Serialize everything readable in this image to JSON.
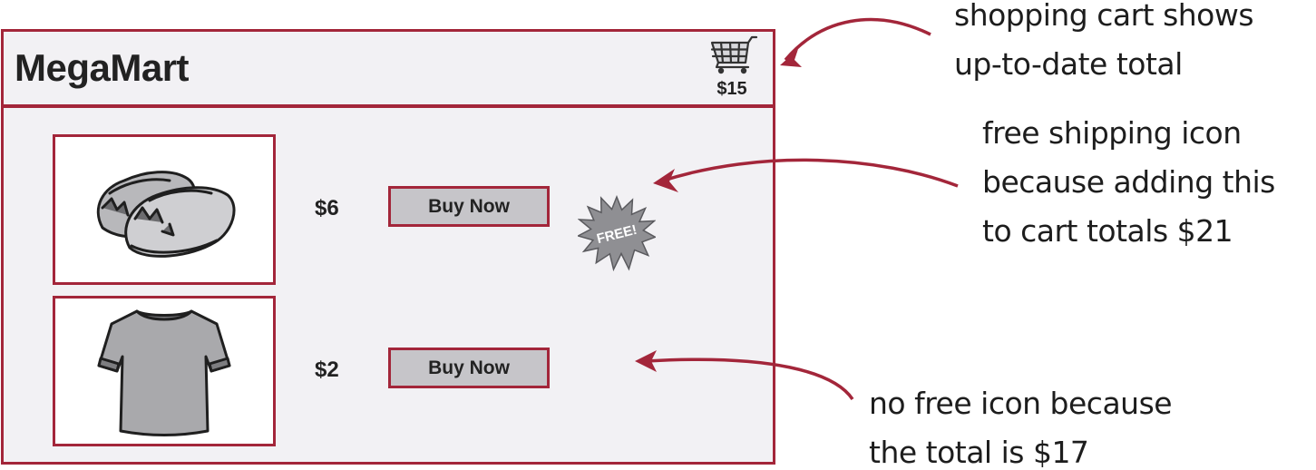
{
  "store": {
    "name": "MegaMart"
  },
  "cart": {
    "icon": "shopping-cart-icon",
    "total": "$15"
  },
  "products": [
    {
      "image": "shoes-icon",
      "price": "$6",
      "button_label": "Buy Now",
      "badge": "FREE!"
    },
    {
      "image": "tshirt-icon",
      "price": "$2",
      "button_label": "Buy Now"
    }
  ],
  "annotations": {
    "cart": {
      "lines": [
        "shopping cart shows",
        "up-to-date total"
      ]
    },
    "free_icon": {
      "lines": [
        "free shipping icon",
        "because adding this",
        "to cart totals $21"
      ]
    },
    "no_free_icon": {
      "lines": [
        "no free icon because",
        "the total is $17"
      ]
    }
  },
  "colors": {
    "accent": "#a3263a",
    "panel": "#f2f1f4",
    "button": "#c6c5c9",
    "badge": "#8f8f93"
  }
}
